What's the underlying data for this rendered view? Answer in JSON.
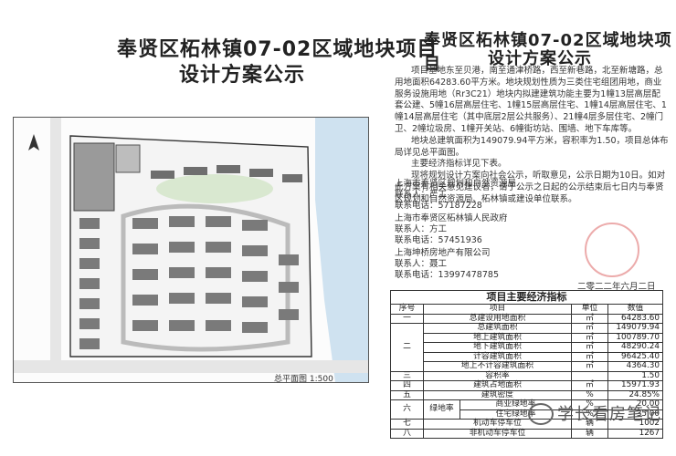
{
  "left_title": "奉贤区柘林镇07-02区域地块项目",
  "left_subtitle": "设计方案公示",
  "plan_caption": "总平面图 1:500",
  "right_title": "奉贤区柘林镇07-02区域地块项目",
  "right_subtitle": "设计方案公示",
  "paragraphs": [
    "项目基地东至贝港，南至通津桥路，西至新巷路，北至新塘路，总用地面积64283.60平方米。地块规划性质为三类住宅组团用地，商业服务设施用地（Rr3C21）地块内拟建建筑功能主要为1幢13层高层配套公建、5幢16层高层住宅、1幢15层高层住宅、1幢14层高层住宅、1幢14层高层住宅（其中底层2层公共服务）、21幢4层多层住宅、2幢门卫、2幢垃圾房、1幢开关站、6幢街坊站、围墙、地下车库等。",
    "地块总建筑面积为149079.94平方米，容积率为1.50，项目总体布局详见总平面图。",
    "主要经济指标详见下表。",
    "现将规划设计方案向社会公示，听取意见，公示日期为10日。如对此方案有相关意见建议者，请于公示之日起的公示结束后七日内与奉贤区规划和自然资源局、柘林镇或建设单位联系。"
  ],
  "contacts": [
    {
      "org": "上海市奉贤区规划和自然资源局",
      "person": "联系人：严工",
      "phone": "联系电话：57187228"
    },
    {
      "org": "上海市奉贤区柘林镇人民政府",
      "person": "联系人：方工",
      "phone": "联系电话：57451936"
    },
    {
      "org": "上海坤桥房地产有限公司",
      "person": "联系人：聂工",
      "phone": "联系电话：13997478785"
    }
  ],
  "date": "二零二二年六月二日",
  "table": {
    "title": "项目主要经济指标",
    "headers": [
      "序号",
      "项目",
      "单位",
      "数值"
    ],
    "rows": [
      {
        "no": "一",
        "sub": "",
        "item": "总建设用地面积",
        "unit": "㎡",
        "value": "64283.60"
      },
      {
        "no": "",
        "sub": "",
        "item": "总建筑面积",
        "unit": "㎡",
        "value": "149079.94"
      },
      {
        "no": "",
        "sub": "",
        "item": "地上建筑面积",
        "unit": "㎡",
        "value": "100789.70"
      },
      {
        "no": "二",
        "sub": "",
        "item": "地下建筑面积",
        "unit": "㎡",
        "value": "48290.24"
      },
      {
        "no": "",
        "sub": "",
        "item": "计容建筑面积",
        "unit": "㎡",
        "value": "96425.40"
      },
      {
        "no": "",
        "sub": "",
        "item": "地上不计容建筑面积",
        "unit": "㎡",
        "value": "4364.30"
      },
      {
        "no": "三",
        "sub": "",
        "item": "容积率",
        "unit": "",
        "value": "1.50"
      },
      {
        "no": "四",
        "sub": "",
        "item": "建筑占地面积",
        "unit": "㎡",
        "value": "15971.93"
      },
      {
        "no": "五",
        "sub": "",
        "item": "建筑密度",
        "unit": "%",
        "value": "24.85%"
      },
      {
        "no": "六",
        "sub": "绿地率",
        "item": "商业绿地率",
        "unit": "%",
        "value": "20.00"
      },
      {
        "no": "",
        "sub": "",
        "item": "住宅绿地率",
        "unit": "%",
        "value": "35.00"
      },
      {
        "no": "七",
        "sub": "",
        "item": "机动车停车位",
        "unit": "辆",
        "value": "1002"
      },
      {
        "no": "八",
        "sub": "",
        "item": "非机动车停车位",
        "unit": "辆",
        "value": "1267"
      }
    ]
  },
  "watermark": "学长看房笔记",
  "colors": {
    "water": "#cfe2f0",
    "road": "#e6e6e6",
    "building": "#6e6e6e",
    "site_border": "#333333",
    "green": "#d9e8d0"
  }
}
